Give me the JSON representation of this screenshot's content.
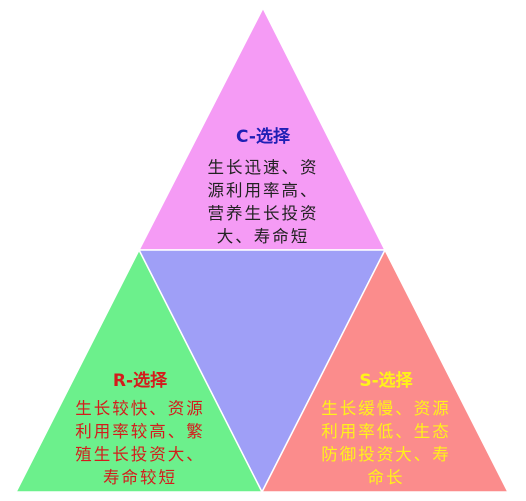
{
  "colors": {
    "top_fill": "#F59BF5",
    "center_fill": "#9F9FF7",
    "left_fill": "#6CF08C",
    "right_fill": "#FB8C8C",
    "top_title": "#1F1FB5",
    "top_body": "#222222",
    "left_text": "#D41C1C",
    "right_text": "#FFF21A"
  },
  "c_selection": {
    "title": "C-选择",
    "lines": [
      "生长迅速、资",
      "源利用率高、",
      "营养生长投资",
      "大、寿命短"
    ]
  },
  "r_selection": {
    "title": "R-选择",
    "lines": [
      "生长较快、资源",
      "利用率较高、繁",
      "殖生长投资大、",
      "寿命较短"
    ]
  },
  "s_selection": {
    "title": "S-选择",
    "lines": [
      "生长缓慢、资源",
      "利用率低、生态",
      "防御投资大、寿",
      "命长"
    ]
  }
}
